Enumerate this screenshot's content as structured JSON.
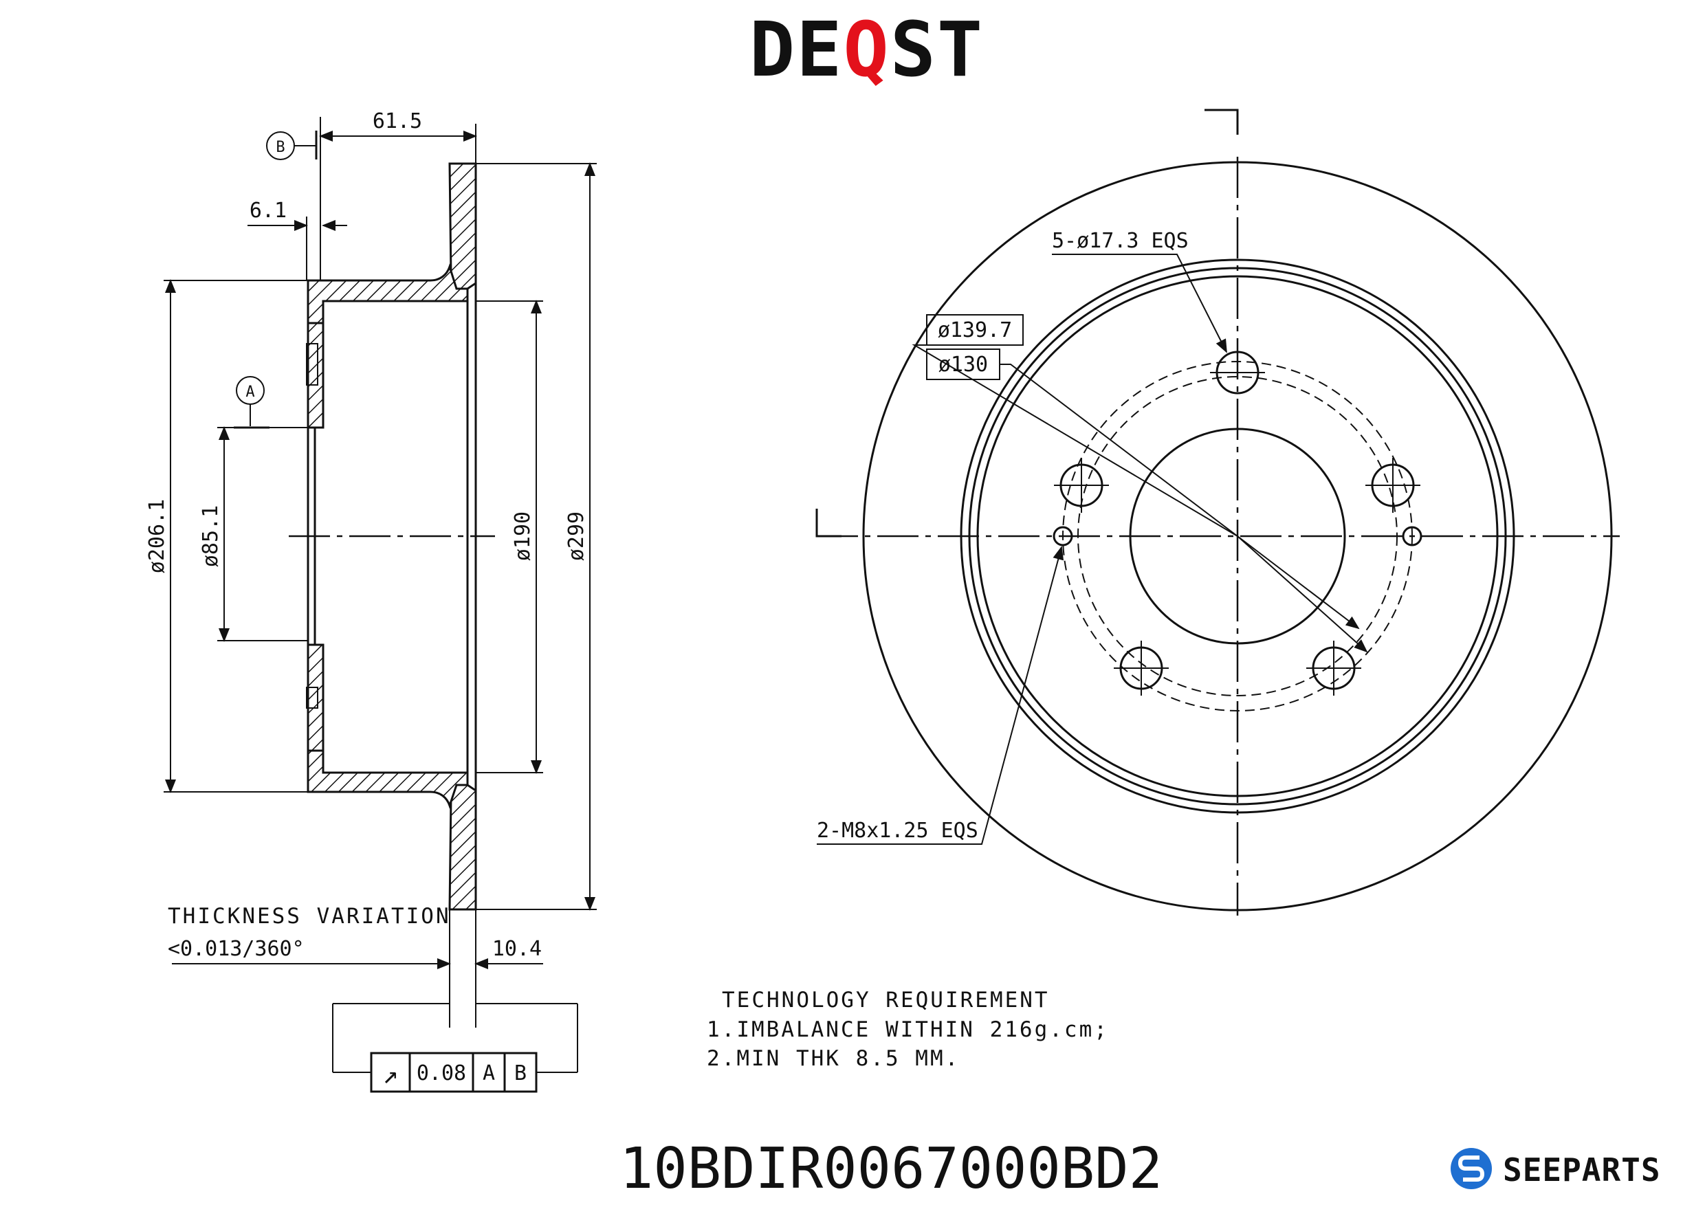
{
  "brand": {
    "prefix": "DE",
    "accent_letter": "Q",
    "suffix": "ST",
    "accent_color": "#e3111b",
    "text_color": "#111111"
  },
  "part_number": "10BDIR0067000BD2",
  "seeparts": {
    "logo_text": "SEEPARTS",
    "icon_color": "#1f6fd1"
  },
  "side_view": {
    "datum_b": "B",
    "datum_a": "A",
    "dims": {
      "offset": "61.5",
      "hat_wall": "6.1",
      "hat_dia": "ø206.1",
      "center_bore": "ø85.1",
      "inner_dia": "ø190",
      "outer_dia": "ø299",
      "thickness": "10.4"
    },
    "thickness_variation": {
      "label": "THICKNESS VARIATION",
      "value": "<0.013/360°"
    },
    "runout_frame": {
      "symbol": "↗",
      "tolerance": "0.08",
      "datum_1": "A",
      "datum_2": "B"
    }
  },
  "front_view": {
    "bolt_holes": "5-ø17.3 EQS",
    "pcd_1": "ø139.7",
    "pcd_2": "ø130",
    "threaded_holes": "2-M8x1.25 EQS"
  },
  "tech_requirements": {
    "title": "TECHNOLOGY REQUIREMENT",
    "items": [
      "1.IMBALANCE WITHIN 216g.cm;",
      "2.MIN THK 8.5 MM."
    ]
  }
}
